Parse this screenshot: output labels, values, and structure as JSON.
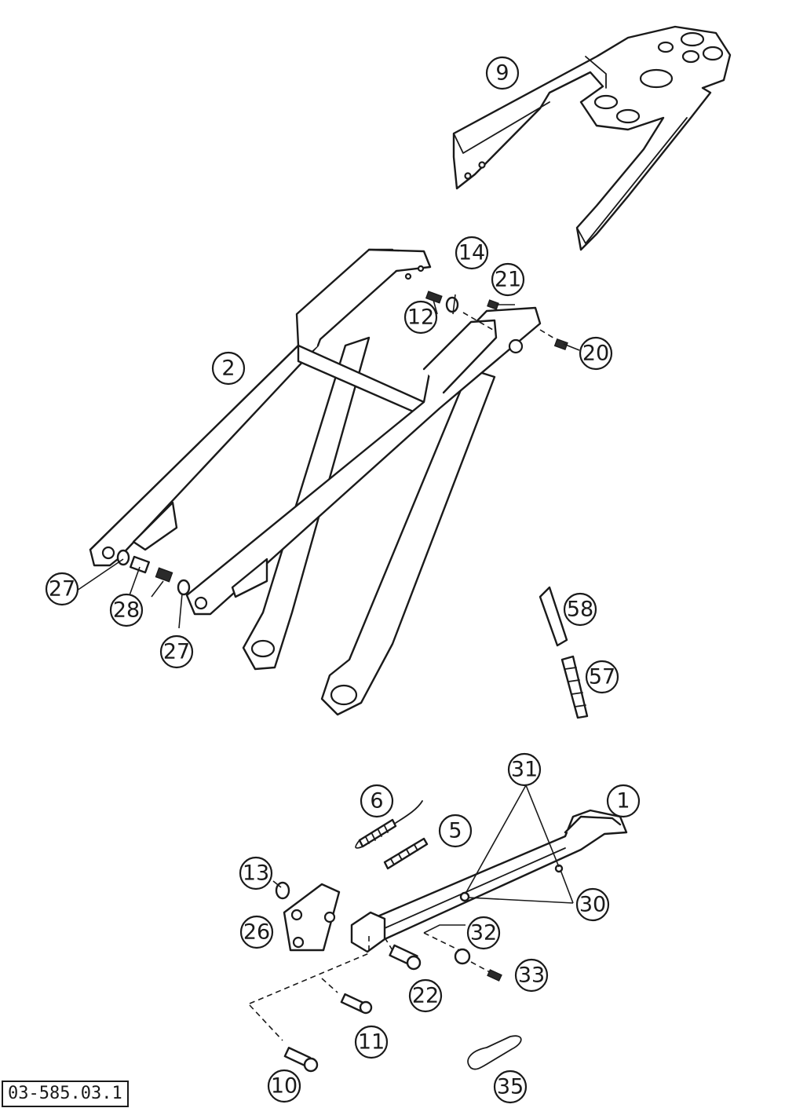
{
  "drawing_number": "03-585.03.1",
  "callouts": {
    "c9": "9",
    "c14": "14",
    "c21": "21",
    "c12": "12",
    "c20": "20",
    "c2": "2",
    "c27a": "27",
    "c28": "28",
    "c27b": "27",
    "c58": "58",
    "c57": "57",
    "c31": "31",
    "c1": "1",
    "c6": "6",
    "c5": "5",
    "c13": "13",
    "c30": "30",
    "c26": "26",
    "c32": "32",
    "c33": "33",
    "c22": "22",
    "c11": "11",
    "c10": "10",
    "c35": "35"
  }
}
